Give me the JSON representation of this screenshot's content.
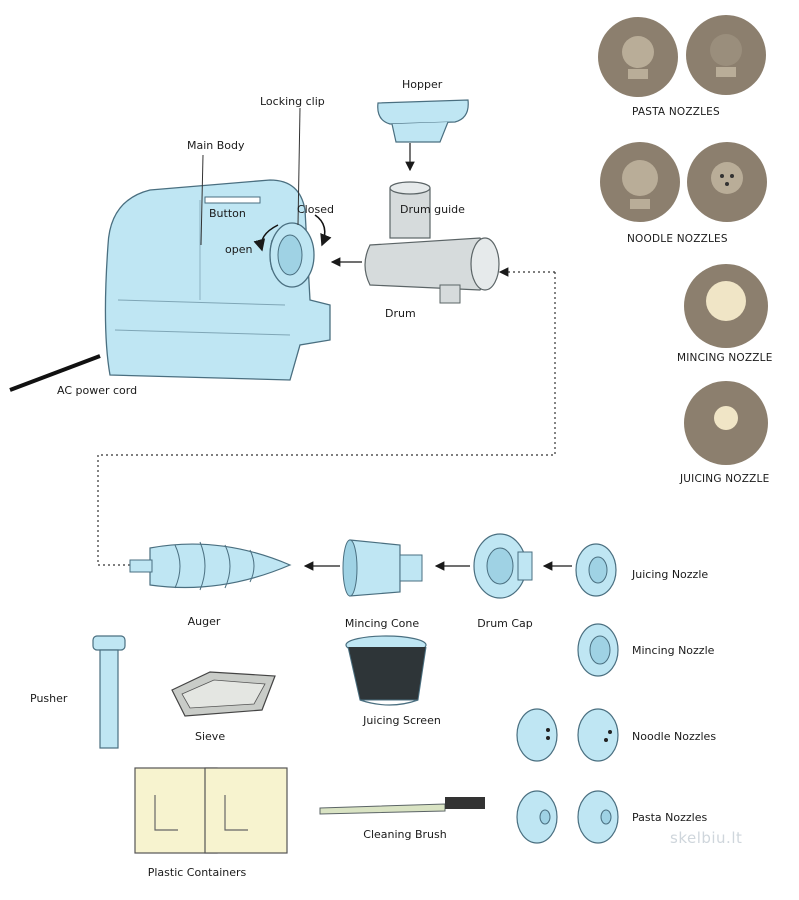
{
  "labels": {
    "hopper": "Hopper",
    "locking_clip": "Locking  clip",
    "main_body": "Main Body",
    "button": "Button",
    "closed": "Closed",
    "open": "open",
    "drum_guide": "Drum guide",
    "drum": "Drum",
    "ac_power_cord": "AC power cord",
    "pasta_nozzles_caps": "PASTA NOZZLES",
    "noodle_nozzles_caps": "NOODLE NOZZLES",
    "mincing_nozzle_caps": "MINCING NOZZLE",
    "juicing_nozzle_caps": "JUICING NOZZLE",
    "auger": "Auger",
    "mincing_cone": "Mincing Cone",
    "drum_cap": "Drum Cap",
    "juicing_nozzle": "Juicing Nozzle",
    "mincing_nozzle": "Mincing Nozzle",
    "noodle_nozzles": "Noodle Nozzles",
    "pasta_nozzles": "Pasta Nozzles",
    "pusher": "Pusher",
    "sieve": "Sieve",
    "juicing_screen": "Juicing Screen",
    "plastic_containers": "Plastic Containers",
    "cleaning_brush": "Cleaning Brush"
  },
  "watermark": "skelbiu.lt",
  "colors": {
    "part_blue": "#bfe6f3",
    "part_stroke": "#4a6f80",
    "drum_gray": "#d6dbdc",
    "nozzle_tan": "#8c7f6e",
    "nozzle_inner": "#b9ad98",
    "container_yellow": "#f7f3cf"
  }
}
